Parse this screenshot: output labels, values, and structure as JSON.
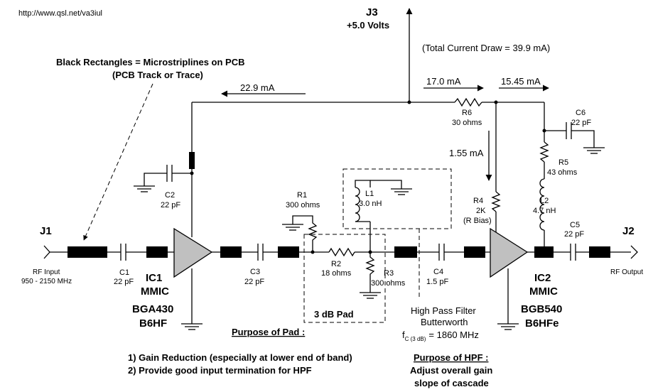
{
  "url": "http://www.qsl.net/va3iul",
  "legend_line1": "Black Rectangles = Microstriplines on PCB",
  "legend_line2": "(PCB Track or Trace)",
  "j3": {
    "name": "J3",
    "voltage": "+5.0 Volts"
  },
  "total_current": "(Total Current Draw = 39.9 mA)",
  "currents": {
    "ic1": "22.9 mA",
    "r6": "17.0 mA",
    "ic2": "15.45 mA",
    "bias": "1.55 mA"
  },
  "j1": {
    "name": "J1",
    "label1": "RF Input",
    "label2": "950 - 2150 MHz"
  },
  "j2": {
    "name": "J2",
    "label": "RF Output"
  },
  "c1": {
    "name": "C1",
    "value": "22 pF"
  },
  "c2": {
    "name": "C2",
    "value": "22 pF"
  },
  "c3": {
    "name": "C3",
    "value": "22 pF"
  },
  "c4": {
    "name": "C4",
    "value": "1.5 pF"
  },
  "c5": {
    "name": "C5",
    "value": "22 pF"
  },
  "c6": {
    "name": "C6",
    "value": "22 pF"
  },
  "r1": {
    "name": "R1",
    "value": "300 ohms"
  },
  "r2": {
    "name": "R2",
    "value": "18 ohms"
  },
  "r3": {
    "name": "R3",
    "value": "300 ohms"
  },
  "r4": {
    "name": "R4",
    "value": "2K",
    "note": "(R Bias)"
  },
  "r5": {
    "name": "R5",
    "value": "43 ohms"
  },
  "r6": {
    "name": "R6",
    "value": "30 ohms"
  },
  "l1": {
    "name": "L1",
    "value": "3.0 nH"
  },
  "l2": {
    "name": "L2",
    "value": "4.7 nH"
  },
  "ic1": {
    "name": "IC1",
    "type": "MMIC",
    "part": "BGA430",
    "marking": "B6HF"
  },
  "ic2": {
    "name": "IC2",
    "type": "MMIC",
    "part": "BGB540",
    "marking": "B6HFe"
  },
  "pad_label": "3 dB Pad",
  "hpf": {
    "line1": "High Pass Filter",
    "line2": "Butterworth",
    "fc_main": "f",
    "fc_sub": "C (3 dB)",
    "fc_value": "= 1860 MHz"
  },
  "purpose_pad": {
    "title": "Purpose of Pad :",
    "item1": "1)  Gain Reduction (especially at lower end of band)",
    "item2": "2)  Provide good input  termination  for HPF"
  },
  "purpose_hpf": {
    "title": "Purpose of HPF :",
    "line1": "Adjust overall gain",
    "line2": "slope of cascade"
  }
}
